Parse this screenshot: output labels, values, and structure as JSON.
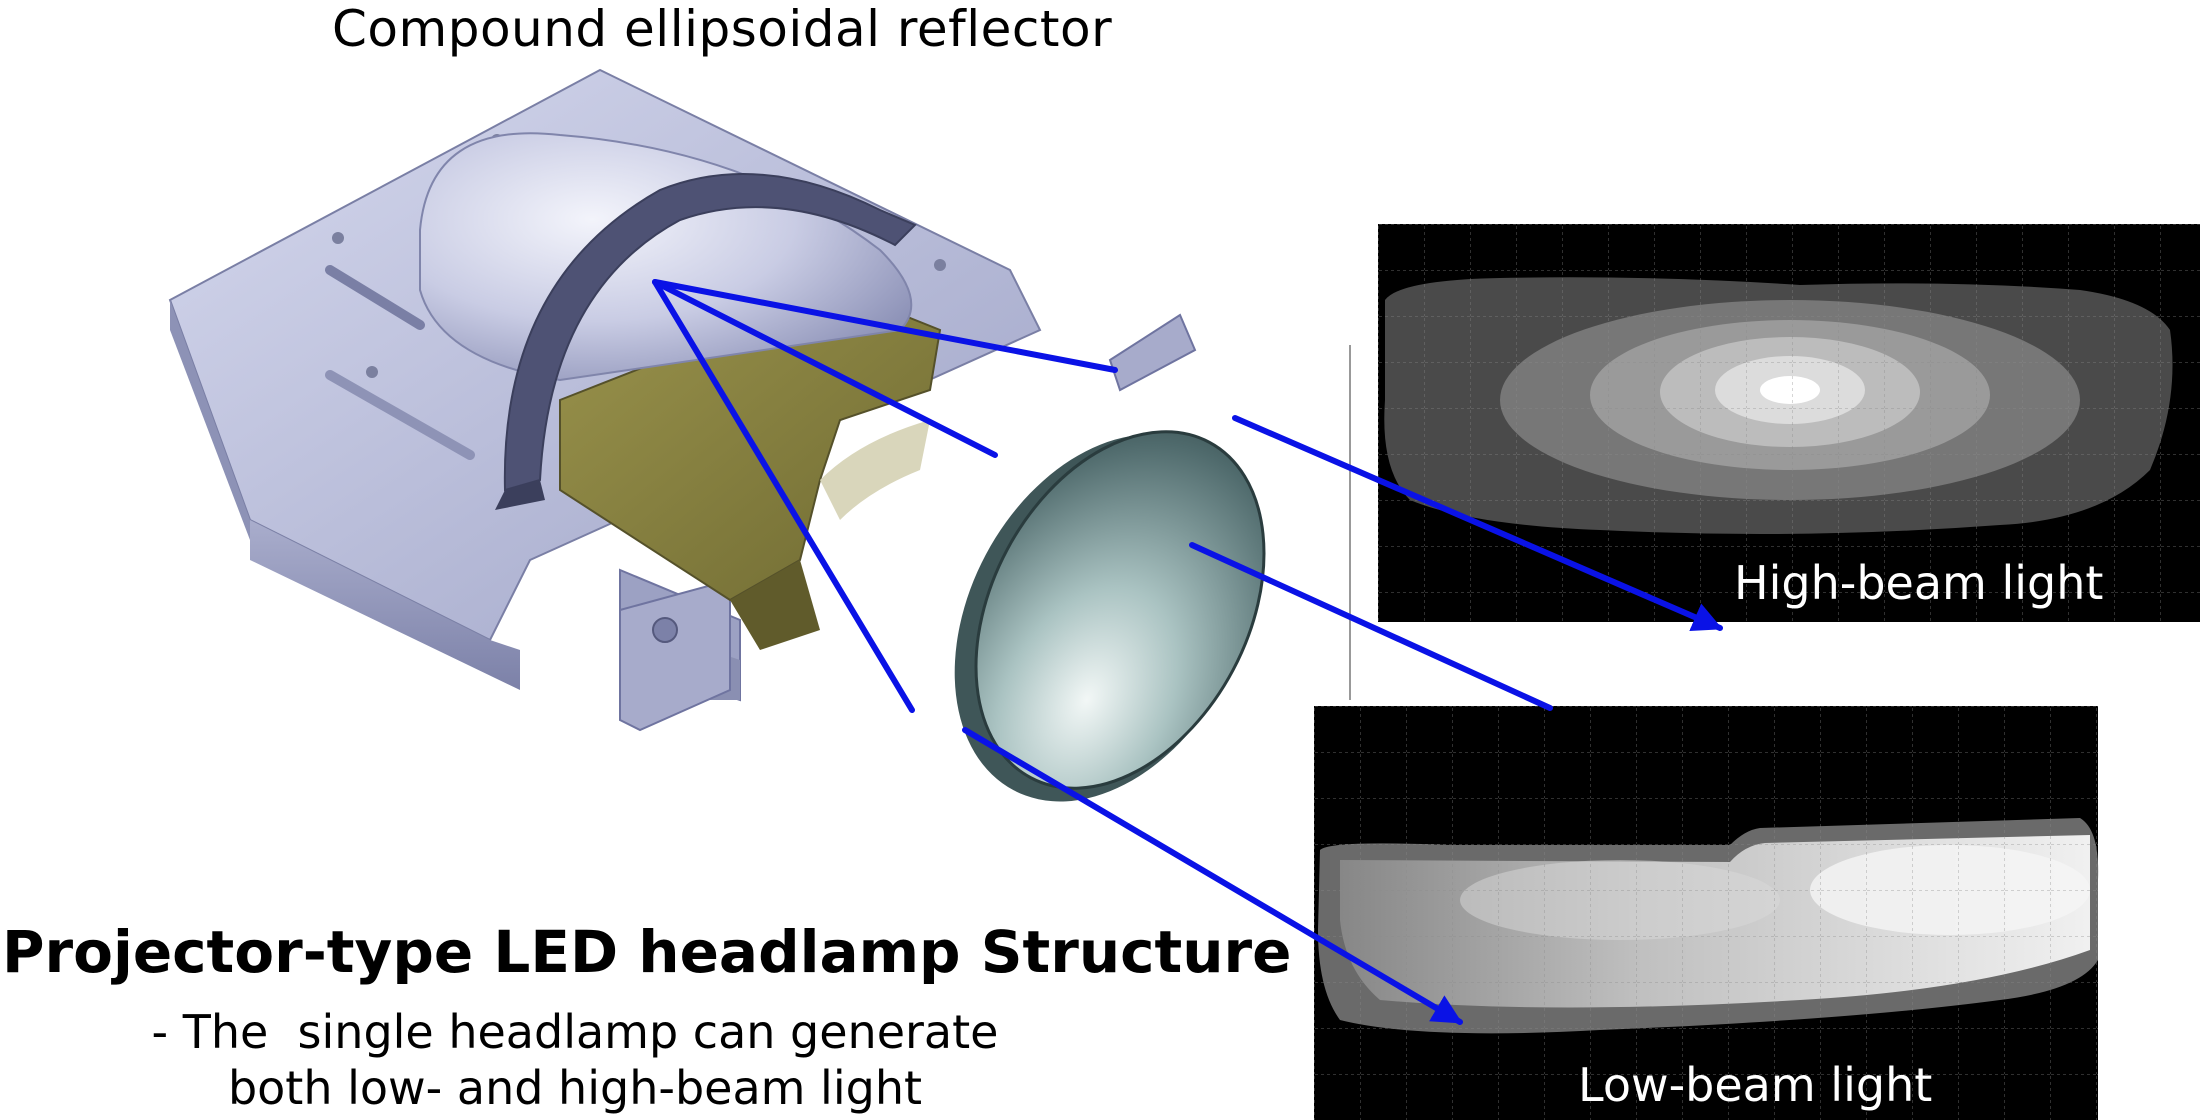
{
  "labels": {
    "reflector": "Compound ellipsoidal reflector",
    "title": "Projector-type LED headlamp Structure",
    "subtitle_line1": "- The  single headlamp can generate",
    "subtitle_line2": "both low- and high-beam light",
    "high_beam": "High-beam light",
    "low_beam": "Low-beam light"
  },
  "colors": {
    "ray": "#0a12e6",
    "housing": "#aeb2d2",
    "board": "#8c8540",
    "lens": "#6f8888",
    "panel": "#000000"
  }
}
